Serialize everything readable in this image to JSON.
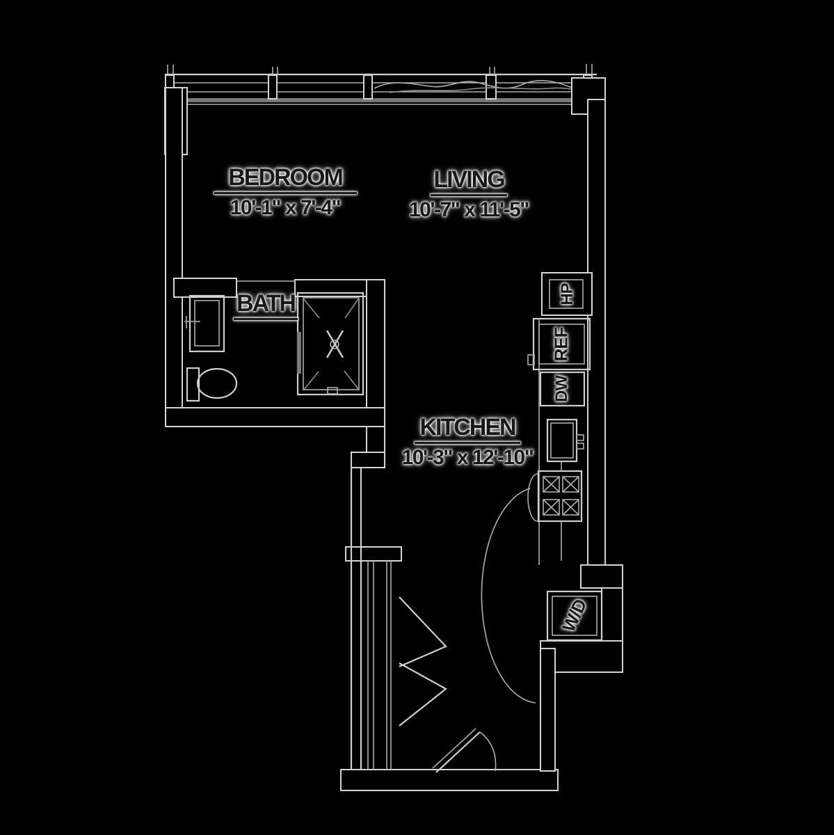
{
  "floorplan": {
    "colors": {
      "background": "#000000",
      "linework": "#d4d4d4",
      "text": "#181818",
      "halo": "#ffffff"
    },
    "rooms": {
      "bedroom": {
        "name": "BEDROOM",
        "dims": "10'-1\" x 7'-4\""
      },
      "living": {
        "name": "LIVING",
        "dims": "10'-7\" x 11'-5\""
      },
      "bath": {
        "name": "BATH"
      },
      "kitchen": {
        "name": "KITCHEN",
        "dims": "10'-3\" x 12'-10\""
      }
    },
    "appliances": {
      "heat_pump": "HP",
      "refrigerator": "REF",
      "dishwasher": "DW",
      "washer_dryer": "W/D"
    }
  }
}
